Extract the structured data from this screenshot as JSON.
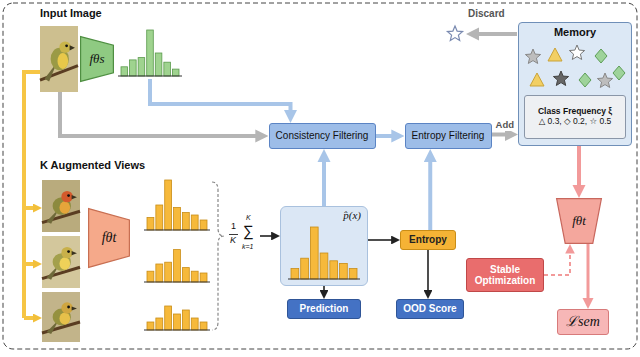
{
  "diagram": {
    "nodes": [
      {
        "text": [
          "fθs"
        ]
      },
      {
        "text": [
          "Consistency Filtering"
        ]
      },
      {
        "text": [
          "Entropy Filtering"
        ]
      },
      {
        "text": [
          "Memory"
        ]
      },
      {
        "text": [
          "Class Frequency ξ",
          "△ 0.3, ◇ 0.2, ☆ 0.5"
        ],
        "in": 3
      },
      {
        "text": [
          "fθt"
        ]
      },
      {
        "text": [
          "p̂(x)"
        ]
      },
      {
        "text": [
          "Prediction"
        ]
      },
      {
        "text": [
          "Entropy"
        ]
      },
      {
        "text": [
          "OOD Score"
        ]
      },
      {
        "text": [
          "Stable Optimization"
        ]
      },
      {
        "text": [
          "fθt"
        ]
      },
      {
        "text": [
          "ℒsem"
        ]
      }
    ],
    "edges": [
      {
        "from": 1,
        "to": 2,
        "arrow": "to"
      },
      {
        "from": 2,
        "to": 3,
        "label": "Add",
        "arrow": "to"
      },
      {
        "from": 6,
        "to": 1,
        "arrow": "to"
      },
      {
        "from": 8,
        "to": 2,
        "arrow": "to"
      },
      {
        "from": 6,
        "to": 8,
        "arrow": "to"
      },
      {
        "from": 6,
        "to": 7,
        "arrow": "to"
      },
      {
        "from": 8,
        "to": 9,
        "arrow": "to"
      },
      {
        "from": 3,
        "to": 11,
        "arrow": "to"
      },
      {
        "from": 11,
        "to": 12,
        "arrow": "to"
      },
      {
        "from": 10,
        "to": 11,
        "arrow": "to"
      }
    ],
    "labels": [
      "Input Image",
      "K Augmented Views",
      "Discard",
      "1",
      "K",
      "∑",
      "K",
      "k=1"
    ]
  }
}
